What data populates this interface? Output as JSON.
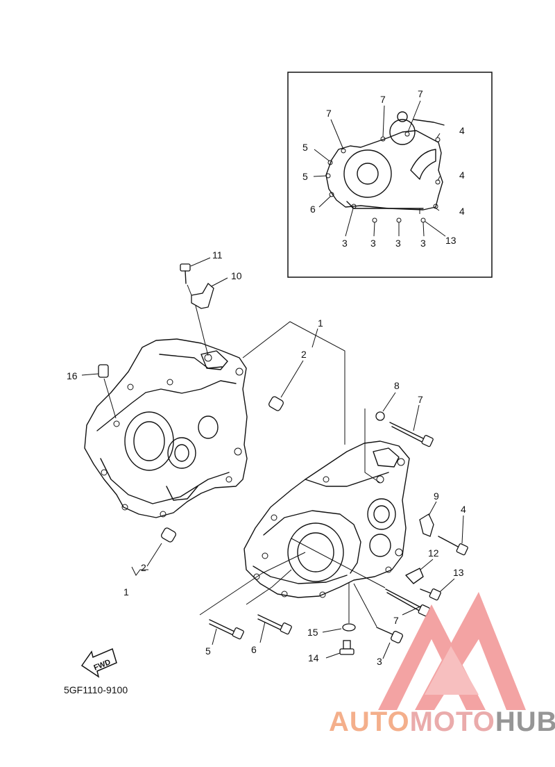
{
  "diagram_code": "5GF1110-9100",
  "fwd_label": "FWD",
  "watermark": {
    "part1": "AUTO",
    "part2": "MOTO",
    "part3": "HUB",
    "color_auto": "#f3a77f",
    "color_moto": "#e8a3a3",
    "color_hub": "#8b8b8b"
  },
  "inset_callouts": [
    "7",
    "7",
    "7",
    "4",
    "5",
    "5",
    "4",
    "6",
    "4",
    "3",
    "3",
    "3",
    "3",
    "13"
  ],
  "main_callouts": [
    "11",
    "10",
    "1",
    "2",
    "16",
    "8",
    "7",
    "9",
    "4",
    "12",
    "13",
    "2",
    "1",
    "7",
    "5",
    "6",
    "15",
    "3",
    "14"
  ]
}
